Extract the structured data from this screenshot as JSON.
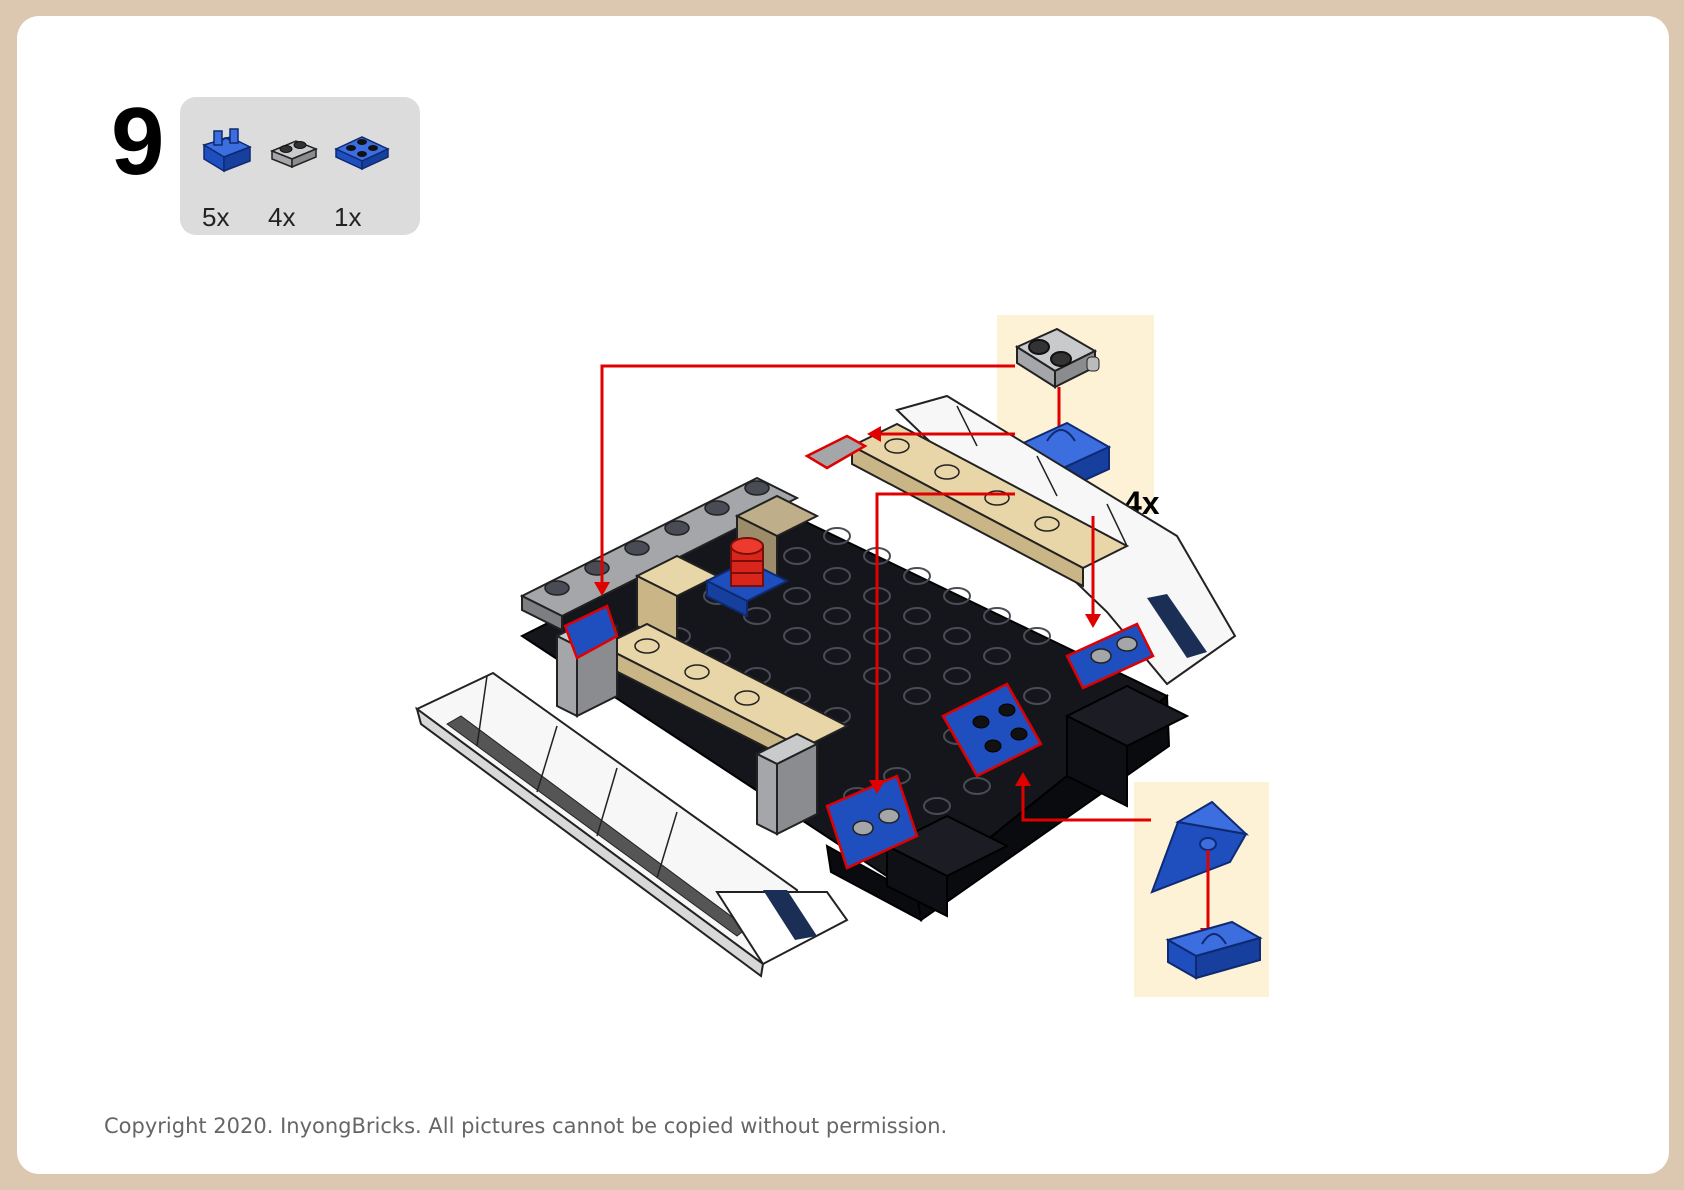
{
  "step": {
    "number": "9"
  },
  "parts_list": [
    {
      "name": "blue-clip-plate-icon",
      "qty": "5x",
      "color": "#1f4fbf"
    },
    {
      "name": "gray-jumper-plate-icon",
      "qty": "4x",
      "color": "#a9aaad"
    },
    {
      "name": "blue-plate-2x2-icon",
      "qty": "1x",
      "color": "#1f4fbf"
    }
  ],
  "callouts": [
    {
      "name": "callout-clip-assembly",
      "qty": "4x"
    },
    {
      "name": "callout-wedge-assembly"
    }
  ],
  "colors": {
    "background": "#dcc7b0",
    "page": "#ffffff",
    "parts_box": "#dcdcdc",
    "callout_bg": "#fdf2d6",
    "arrow": "#e00000",
    "brick_black": "#15161c",
    "brick_tan": "#e9d6a8",
    "brick_gray": "#a4a6a9",
    "brick_blue": "#1f4fbf"
  },
  "footer": {
    "copyright": "Copyright 2020. InyongBricks. All pictures cannot be copied without permission."
  }
}
